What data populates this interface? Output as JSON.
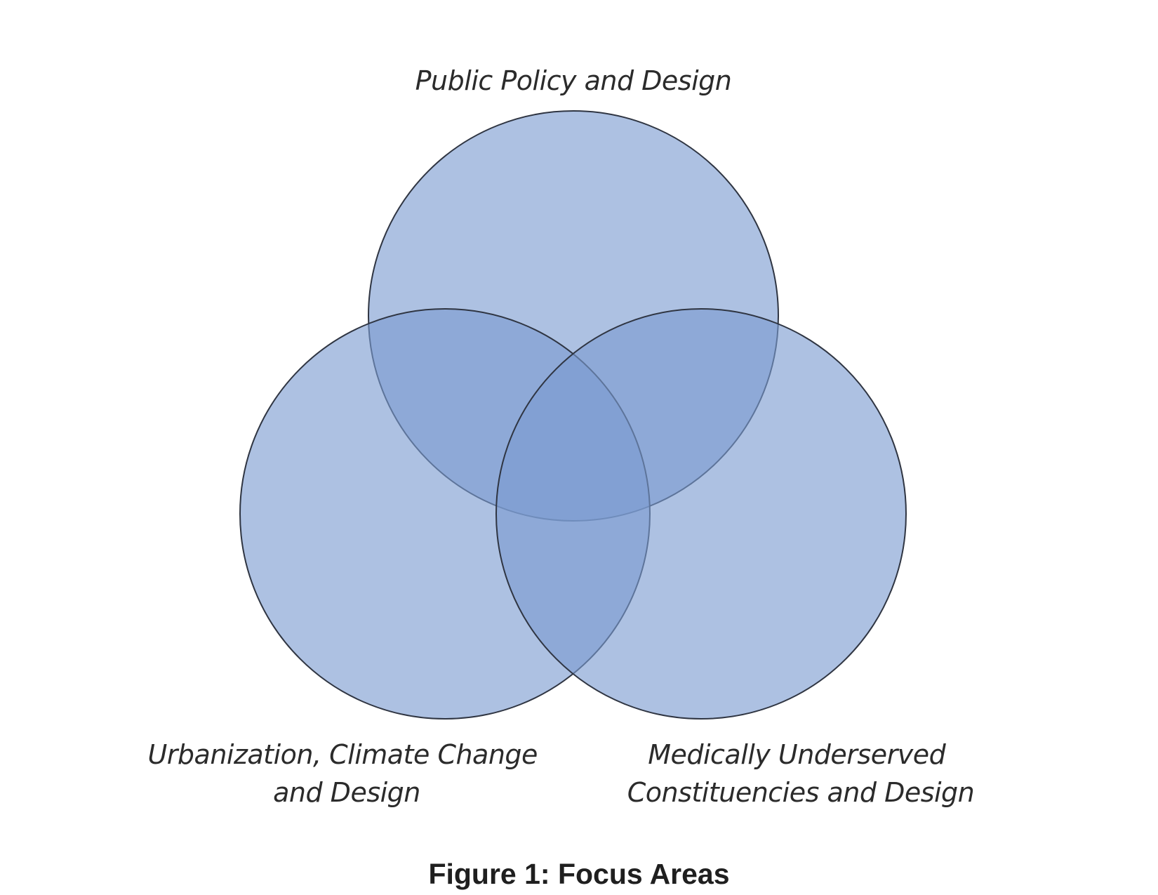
{
  "diagram": {
    "type": "venn",
    "sets": [
      {
        "label_lines": [
          "Public Policy and Design"
        ]
      },
      {
        "label_lines": [
          "Urbanization, Climate Change",
          "and Design"
        ]
      },
      {
        "label_lines": [
          "Medically Underserved",
          "Constituencies and Design"
        ]
      }
    ],
    "fill_color": "#7a9bd0",
    "stroke_color": "#2f3542"
  },
  "caption": "Figure 1: Focus Areas"
}
